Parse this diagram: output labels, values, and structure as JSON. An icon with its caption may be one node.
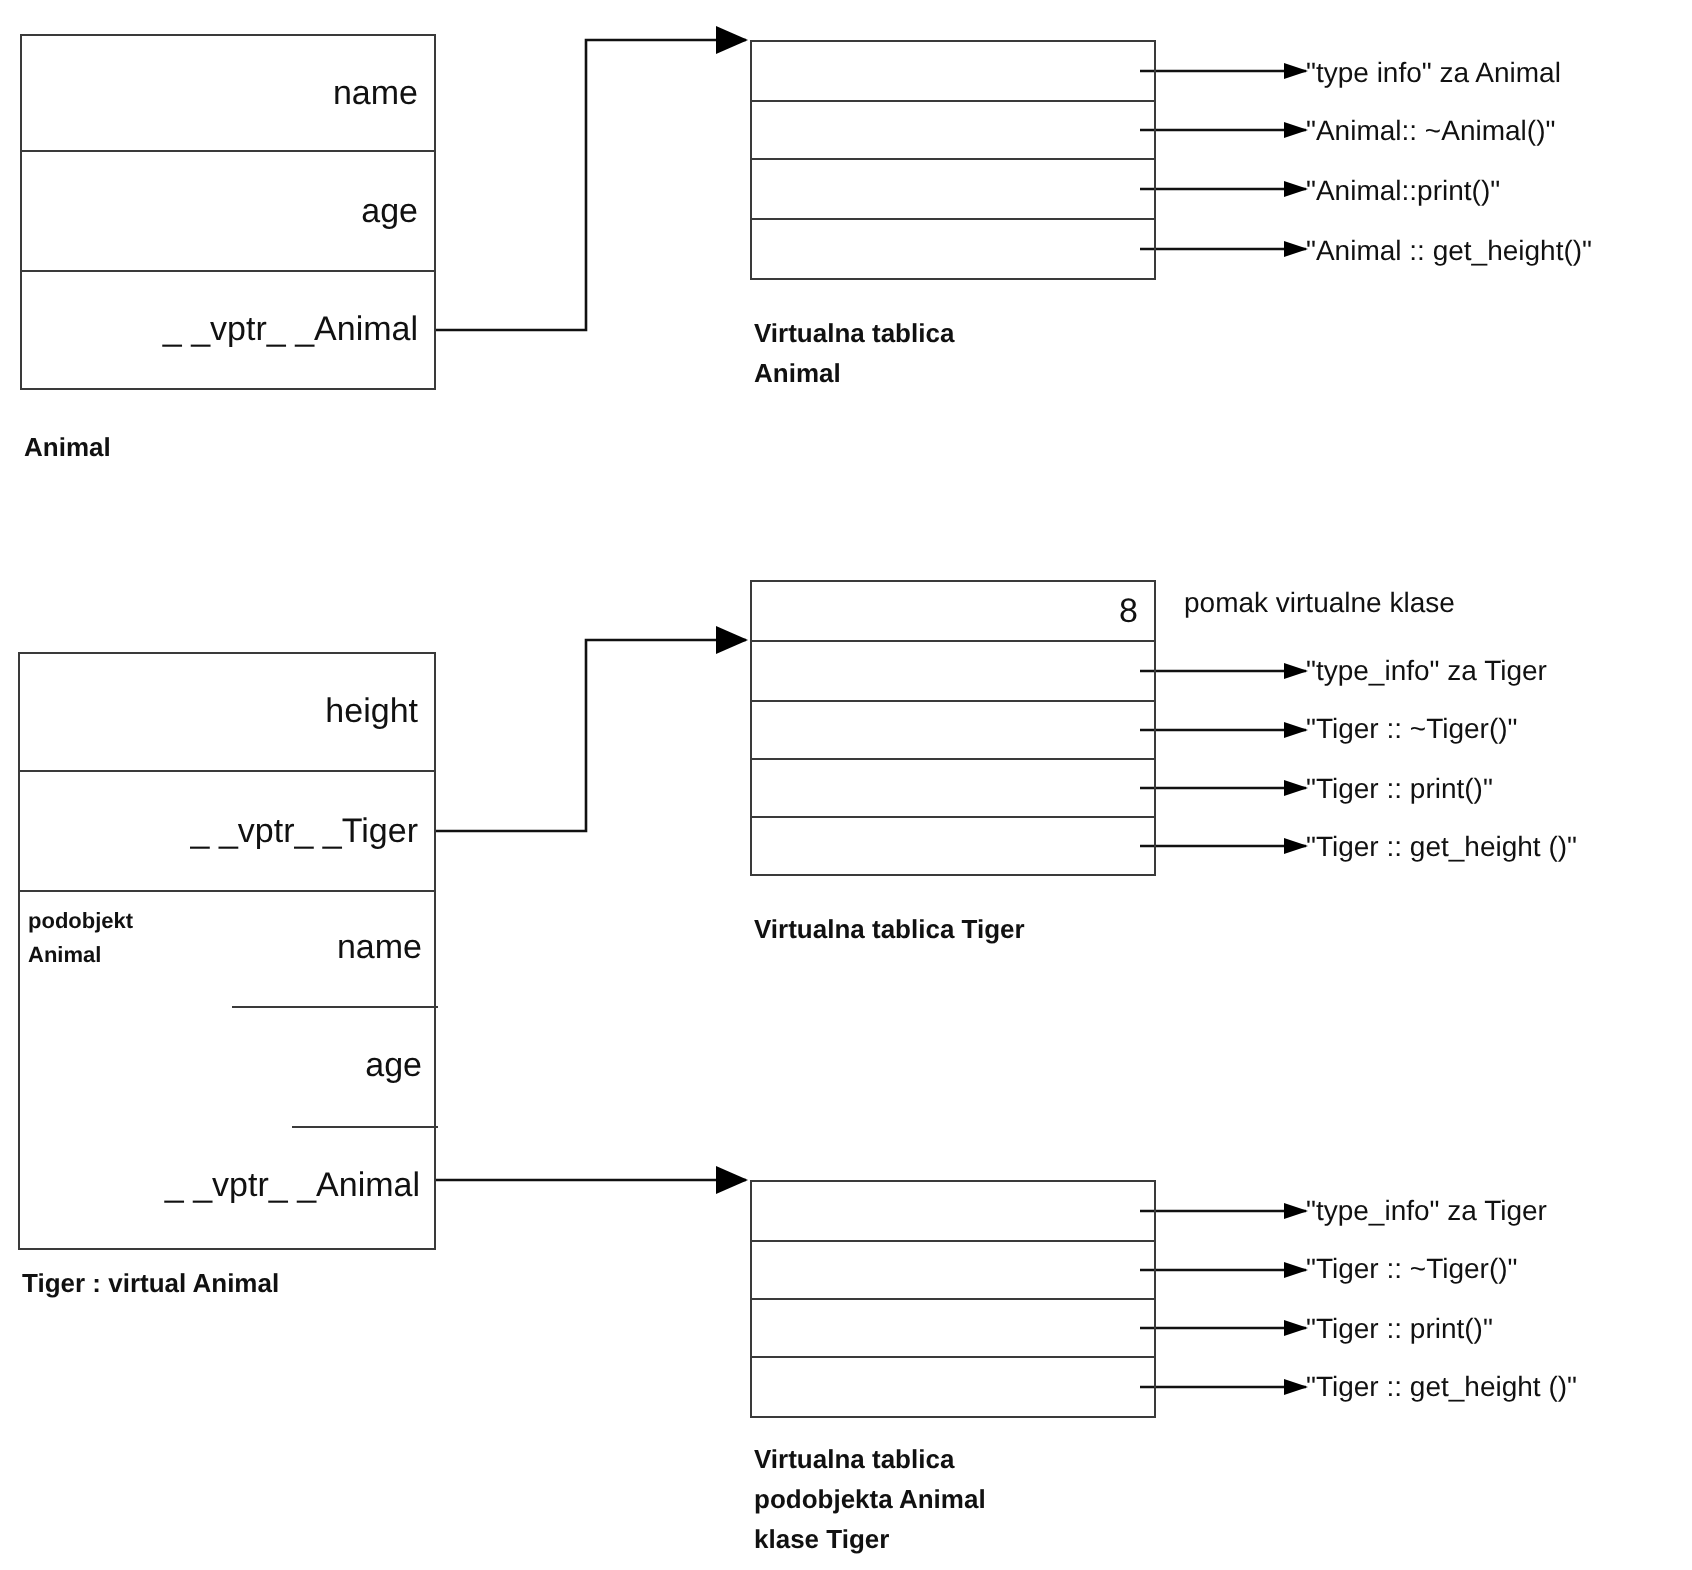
{
  "diagram": {
    "nodes": [
      {
        "text": [
          "Animal"
        ]
      },
      {
        "text": [
          "name"
        ],
        "in": 0
      },
      {
        "text": [
          "age"
        ],
        "in": 0
      },
      {
        "text": [
          "_ _vptr_ _Animal"
        ],
        "in": 0
      },
      {
        "text": [
          "Virtualna tablica Animal"
        ]
      },
      {
        "text": [],
        "shape": "box",
        "in": 4
      },
      {
        "text": [],
        "shape": "box",
        "in": 4
      },
      {
        "text": [],
        "shape": "box",
        "in": 4
      },
      {
        "text": [],
        "shape": "box",
        "in": 4
      },
      {
        "text": [
          "\"type info\" za Animal"
        ]
      },
      {
        "text": [
          "\"Animal:: ~Animal()\""
        ]
      },
      {
        "text": [
          "\"Animal::print()\""
        ]
      },
      {
        "text": [
          "\"Animal :: get_height()\""
        ]
      },
      {
        "text": [
          "Tiger : virtual Animal"
        ]
      },
      {
        "text": [
          "height"
        ],
        "in": 13
      },
      {
        "text": [
          "_ _vptr_ _Tiger"
        ],
        "in": 13
      },
      {
        "text": [
          "podobjekt Animal"
        ],
        "in": 13
      },
      {
        "text": [
          "name"
        ],
        "in": 16
      },
      {
        "text": [
          "age"
        ],
        "in": 16
      },
      {
        "text": [
          "_ _vptr_ _Animal"
        ],
        "in": 16
      },
      {
        "text": [
          "Virtualna tablica Tiger"
        ]
      },
      {
        "text": [
          "8"
        ],
        "in": 20,
        "beside": [
          "pomak virtualne klase"
        ]
      },
      {
        "text": [],
        "shape": "box",
        "in": 20
      },
      {
        "text": [],
        "shape": "box",
        "in": 20
      },
      {
        "text": [],
        "shape": "box",
        "in": 20
      },
      {
        "text": [],
        "shape": "box",
        "in": 20
      },
      {
        "text": [
          "\"type_info\" za Tiger"
        ]
      },
      {
        "text": [
          "\"Tiger :: ~Tiger()\""
        ]
      },
      {
        "text": [
          "\"Tiger :: print()\""
        ]
      },
      {
        "text": [
          "\"Tiger :: get_height ()\""
        ]
      },
      {
        "text": [
          "Virtualna tablica podobjekta Animal klase Tiger"
        ]
      },
      {
        "text": [],
        "shape": "box",
        "in": 30
      },
      {
        "text": [],
        "shape": "box",
        "in": 30
      },
      {
        "text": [],
        "shape": "box",
        "in": 30
      },
      {
        "text": [],
        "shape": "box",
        "in": 30
      },
      {
        "text": [
          "\"type_info\" za Tiger"
        ]
      },
      {
        "text": [
          "\"Tiger :: ~Tiger()\""
        ]
      },
      {
        "text": [
          "\"Tiger :: print()\""
        ]
      },
      {
        "text": [
          "\"Tiger :: get_height ()\""
        ]
      }
    ],
    "edges": [
      {
        "from": 3,
        "to": 5,
        "arrow": "to"
      },
      {
        "from": 5,
        "to": 9,
        "arrow": "to"
      },
      {
        "from": 6,
        "to": 10,
        "arrow": "to"
      },
      {
        "from": 7,
        "to": 11,
        "arrow": "to"
      },
      {
        "from": 8,
        "to": 12,
        "arrow": "to"
      },
      {
        "from": 15,
        "to": 22,
        "arrow": "to"
      },
      {
        "from": 22,
        "to": 26,
        "arrow": "to"
      },
      {
        "from": 23,
        "to": 27,
        "arrow": "to"
      },
      {
        "from": 24,
        "to": 28,
        "arrow": "to"
      },
      {
        "from": 25,
        "to": 29,
        "arrow": "to"
      },
      {
        "from": 19,
        "to": 31,
        "arrow": "to"
      },
      {
        "from": 31,
        "to": 35,
        "arrow": "to"
      },
      {
        "from": 32,
        "to": 36,
        "arrow": "to"
      },
      {
        "from": 33,
        "to": 37,
        "arrow": "to"
      },
      {
        "from": 34,
        "to": 38,
        "arrow": "to"
      }
    ]
  }
}
